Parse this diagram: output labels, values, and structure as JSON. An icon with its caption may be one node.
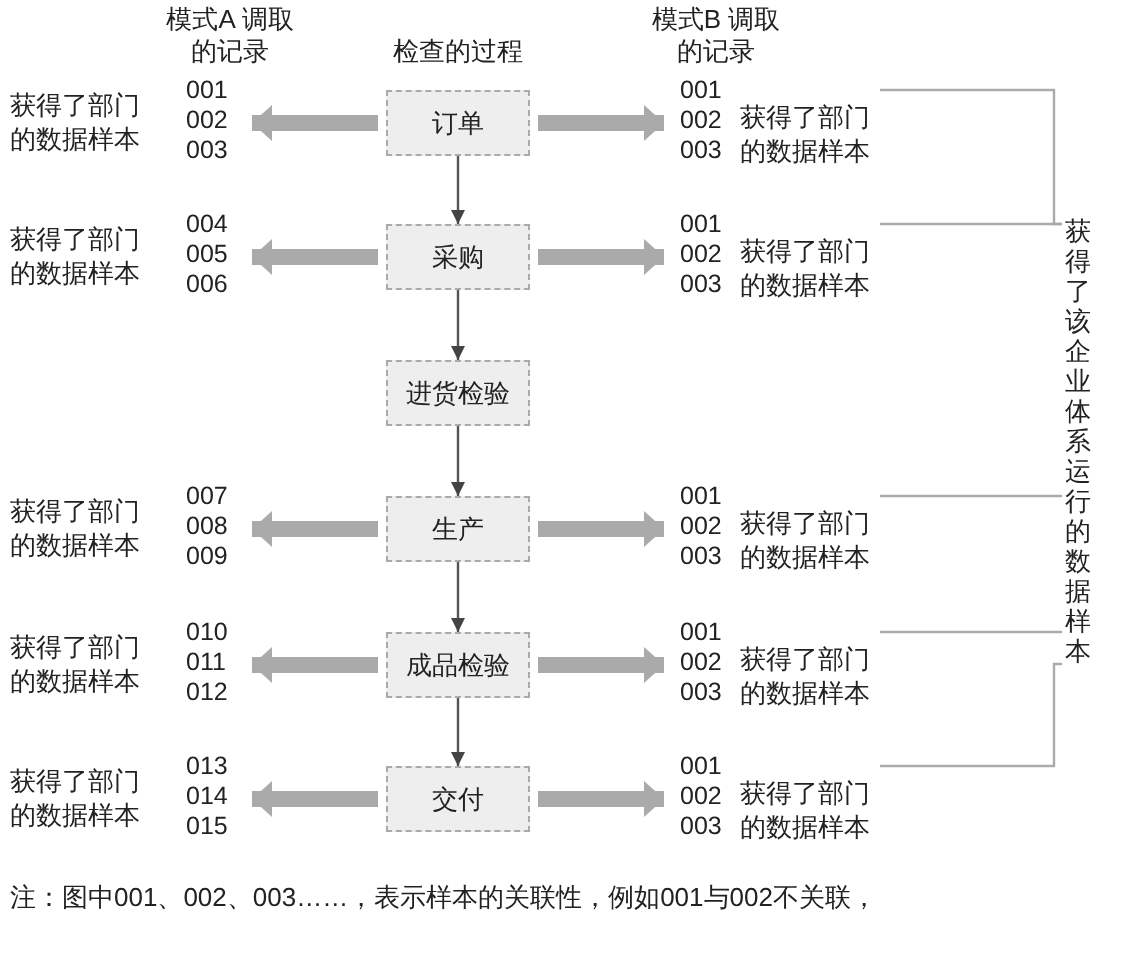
{
  "diagram": {
    "caption": "注：图中001、002、003……，表示样本的关联性，例如001与002不关联，",
    "nodes": [
      {
        "text": [
          "获得了部门的数据样本",
          "001 002 003"
        ]
      },
      {
        "text": [
          "订单"
        ]
      },
      {
        "text": [
          "001 002 003",
          "获得了部门的数据样本"
        ]
      },
      {
        "text": [
          "获得了部门的数据样本",
          "004 005 006"
        ]
      },
      {
        "text": [
          "采购"
        ]
      },
      {
        "text": [
          "001 002 003",
          "获得了部门的数据样本"
        ]
      },
      {
        "text": [
          "进货检验"
        ]
      },
      {
        "text": [
          "获得了部门的数据样本",
          "007 008 009"
        ]
      },
      {
        "text": [
          "生产"
        ]
      },
      {
        "text": [
          "001 002 003",
          "获得了部门的数据样本"
        ]
      },
      {
        "text": [
          "获得了部门的数据样本",
          "010 011 012"
        ]
      },
      {
        "text": [
          "成品检验"
        ]
      },
      {
        "text": [
          "001 002 003",
          "获得了部门的数据样本"
        ]
      },
      {
        "text": [
          "获得了部门的数据样本",
          "013 014 015"
        ]
      },
      {
        "text": [
          "交付"
        ]
      },
      {
        "text": [
          "001 002 003",
          "获得了部门的数据样本"
        ]
      },
      {
        "text": [
          "获得了该企业体系运行的数据样本"
        ]
      }
    ],
    "edges": [
      {
        "from": 1,
        "to": 4,
        "arrow": "to",
        "color": "#555555"
      },
      {
        "from": 4,
        "to": 6,
        "arrow": "to",
        "color": "#555555"
      },
      {
        "from": 6,
        "to": 8,
        "arrow": "to",
        "color": "#555555"
      },
      {
        "from": 8,
        "to": 11,
        "arrow": "to",
        "color": "#555555"
      },
      {
        "from": 11,
        "to": 14,
        "arrow": "to",
        "color": "#555555"
      },
      {
        "from": 1,
        "to": 0,
        "arrow": "to",
        "style": "thick"
      },
      {
        "from": 1,
        "to": 2,
        "arrow": "to",
        "style": "thick"
      },
      {
        "from": 4,
        "to": 3,
        "arrow": "to",
        "style": "thick"
      },
      {
        "from": 4,
        "to": 5,
        "arrow": "to",
        "style": "thick"
      },
      {
        "from": 8,
        "to": 7,
        "arrow": "to",
        "style": "thick"
      },
      {
        "from": 8,
        "to": 9,
        "arrow": "to",
        "style": "thick"
      },
      {
        "from": 11,
        "to": 10,
        "arrow": "to",
        "style": "thick"
      },
      {
        "from": 11,
        "to": 12,
        "arrow": "to",
        "style": "thick"
      },
      {
        "from": 14,
        "to": 13,
        "arrow": "to",
        "style": "thick"
      },
      {
        "from": 14,
        "to": 15,
        "arrow": "to",
        "style": "thick"
      },
      {
        "from": 2,
        "to": 16,
        "arrow": "none"
      },
      {
        "from": 5,
        "to": 16,
        "arrow": "none"
      },
      {
        "from": 9,
        "to": 16,
        "arrow": "none"
      },
      {
        "from": 12,
        "to": 16,
        "arrow": "none"
      },
      {
        "from": 15,
        "to": 16,
        "arrow": "none"
      }
    ],
    "labels": [
      "模式A 调取的记录",
      "检查的过程",
      "模式B 调取的记录"
    ]
  }
}
